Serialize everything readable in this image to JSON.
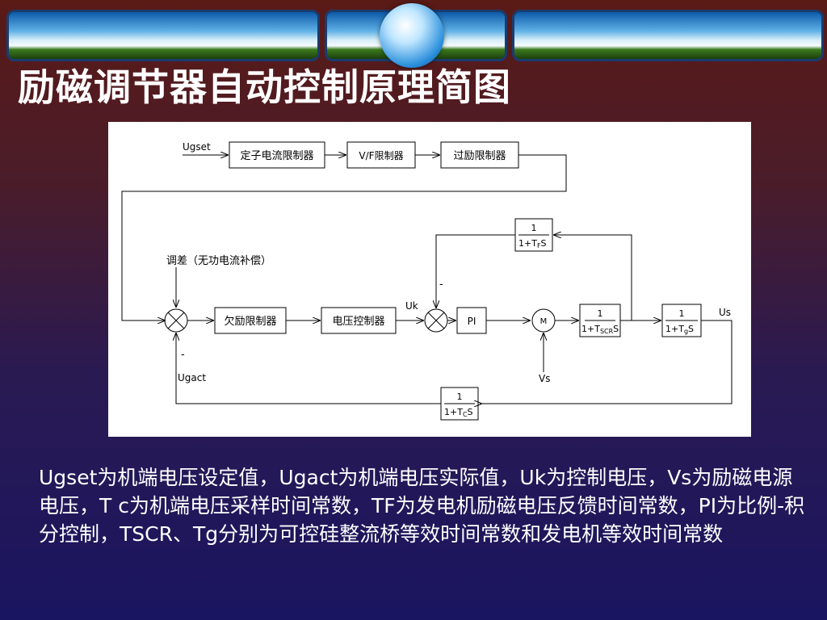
{
  "slide": {
    "title": "励磁调节器自动控制原理简图",
    "caption": "Ugset为机端电压设定值，Ugact为机端电压实际值，Uk为控制电压，Vs为励磁电源电压，T c为机端电压采样时间常数，TF为发电机励磁电压反馈时间常数，PI为比例-积分控制，TSCR、Tg分别为可控硅整流桥等效时间常数和发电机等效时间常数"
  },
  "diagram": {
    "blocks": {
      "stator_limiter": "定子电流限制器",
      "vf_limiter": "V/F限制器",
      "over_excitation_limiter": "过励限制器",
      "under_excitation_limiter": "欠励限制器",
      "voltage_controller": "电压控制器",
      "pi": "PI",
      "multiplier": "M",
      "tf_num": "1",
      "tf_den": "1+T",
      "tf_sub": "F",
      "tf_s": "S",
      "tscr_num": "1",
      "tscr_den": "1+T",
      "tscr_sub": "SCR",
      "tscr_s": "S",
      "tg_num": "1",
      "tg_den": "1+T",
      "tg_sub": "g",
      "tg_s": "S",
      "tc_num": "1",
      "tc_den": "1+T",
      "tc_sub": "C",
      "tc_s": "S"
    },
    "labels": {
      "ugset": "Ugset",
      "ugact": "Ugact",
      "uk": "Uk",
      "us": "Us",
      "vs": "Vs",
      "droop": "调差（无功电流补偿）",
      "minus_a": "-",
      "minus_b": "-"
    }
  }
}
